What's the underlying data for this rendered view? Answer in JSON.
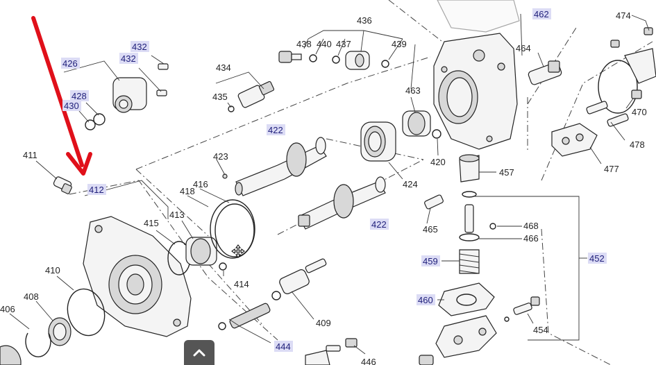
{
  "diagram": {
    "plain_labels": {
      "l436": "436",
      "l438": "438",
      "l440": "440",
      "l437": "437",
      "l439": "439",
      "l434": "434",
      "l435": "435",
      "l463": "463",
      "l464": "464",
      "l474": "474",
      "l470": "470",
      "l478": "478",
      "l477": "477",
      "l411": "411",
      "l423": "423",
      "l416": "416",
      "l418": "418",
      "l413": "413",
      "l415": "415",
      "l420": "420",
      "l424": "424",
      "l457": "457",
      "l465": "465",
      "l468": "468",
      "l466": "466",
      "l414": "414",
      "l410": "410",
      "l408": "408",
      "l406": "406",
      "l409": "409",
      "l454": "454",
      "l446": "446"
    },
    "highlight_labels": {
      "h426": "426",
      "h432a": "432",
      "h432b": "432",
      "h428": "428",
      "h430": "430",
      "h462": "462",
      "h422a": "422",
      "h422b": "422",
      "h412": "412",
      "h459": "459",
      "h452": "452",
      "h460": "460",
      "h444": "444"
    },
    "colors": {
      "highlight_bg": "#dcdcf5",
      "arrow": "#e0101a",
      "line": "#222222"
    }
  },
  "ui": {
    "scroll_top_icon": "chevron-up-icon"
  }
}
